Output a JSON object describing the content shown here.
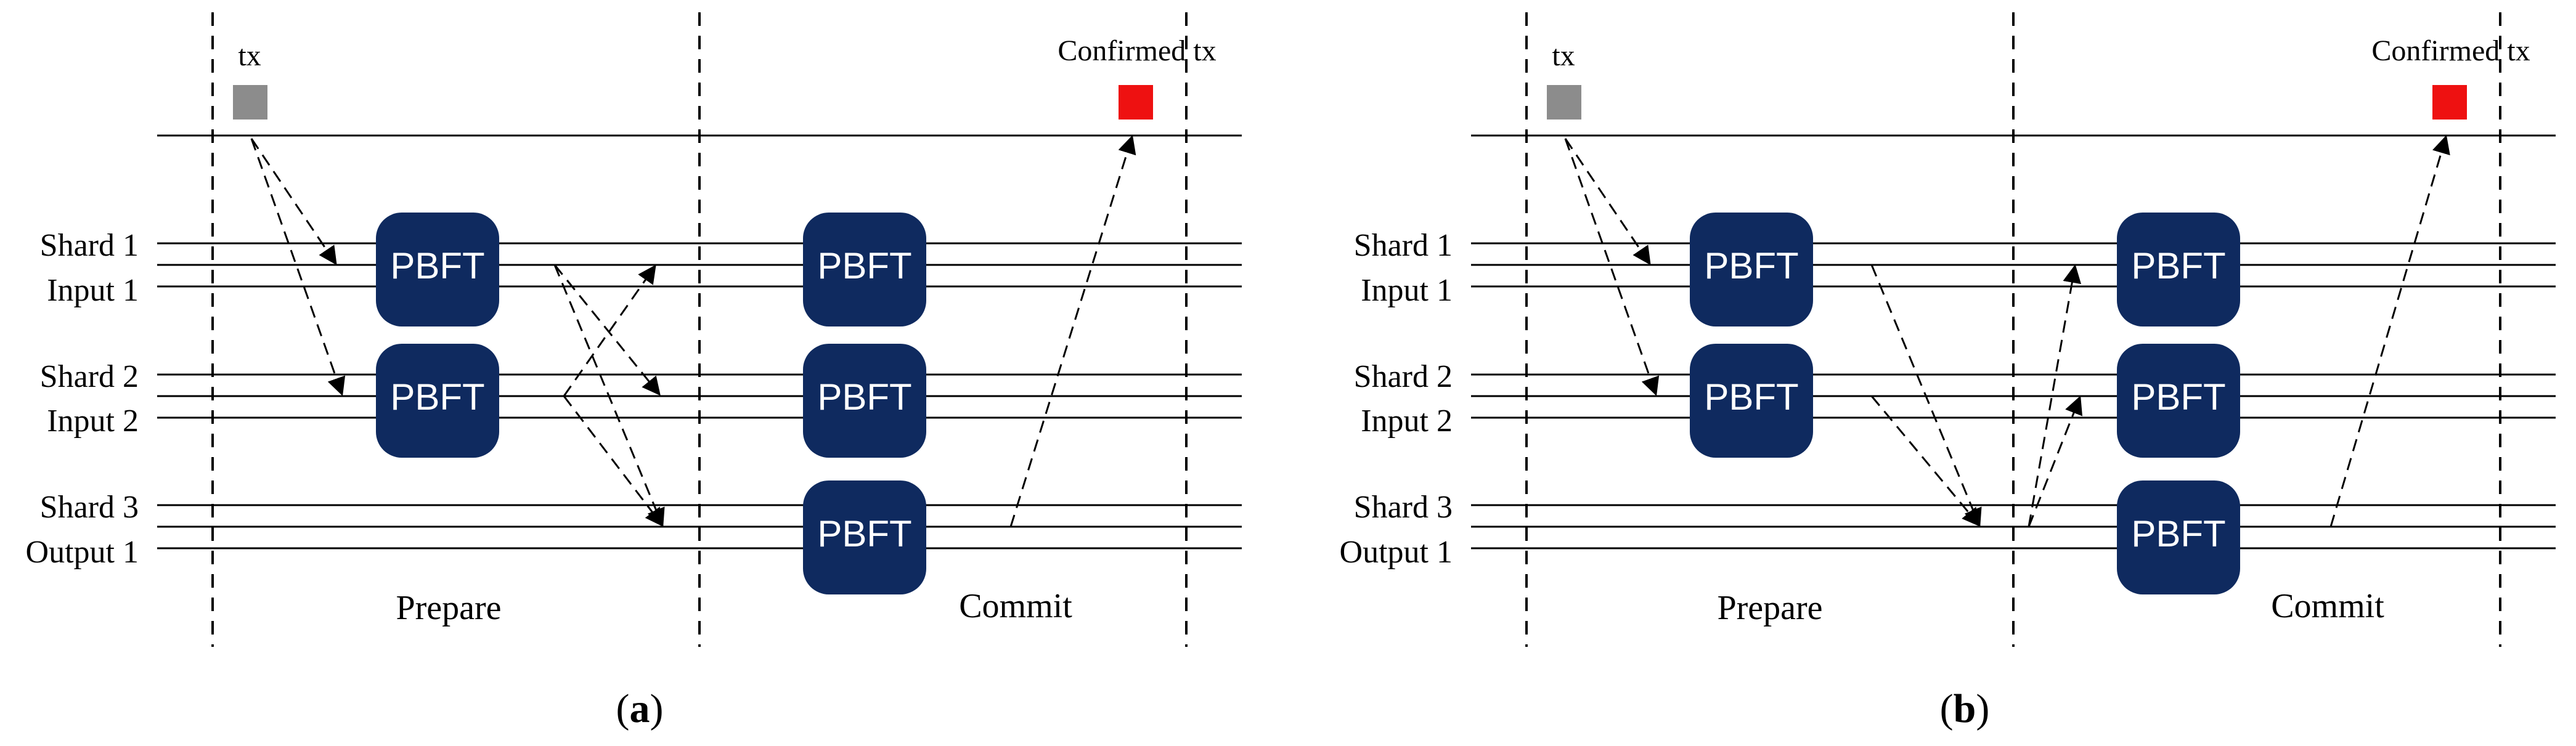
{
  "panels": [
    {
      "caption_open": "(",
      "caption_letter": "a",
      "caption_close": ")",
      "tx_label": "tx",
      "confirmed_label": "Confirmed tx",
      "row_labels": [
        "Shard 1",
        "Input 1",
        "Shard 2",
        "Input 2",
        "Shard 3",
        "Output 1"
      ],
      "phase_labels": [
        "Prepare",
        "Commit"
      ],
      "box_label": "PBFT",
      "colors": {
        "box": "#0f2a5f",
        "tx": "#8c8c8c",
        "confirmed": "#ee1111",
        "line": "#000000"
      },
      "boxes": [
        "PBFT",
        "PBFT",
        "PBFT",
        "PBFT",
        "PBFT"
      ]
    },
    {
      "caption_open": "(",
      "caption_letter": "b",
      "caption_close": ")",
      "tx_label": "tx",
      "confirmed_label": "Confirmed tx",
      "row_labels": [
        "Shard 1",
        "Input 1",
        "Shard 2",
        "Input 2",
        "Shard 3",
        "Output 1"
      ],
      "phase_labels": [
        "Prepare",
        "Commit"
      ],
      "box_label": "PBFT",
      "colors": {
        "box": "#0f2a5f",
        "tx": "#8c8c8c",
        "confirmed": "#ee1111",
        "line": "#000000"
      },
      "boxes": [
        "PBFT",
        "PBFT",
        "PBFT",
        "PBFT",
        "PBFT"
      ]
    }
  ]
}
